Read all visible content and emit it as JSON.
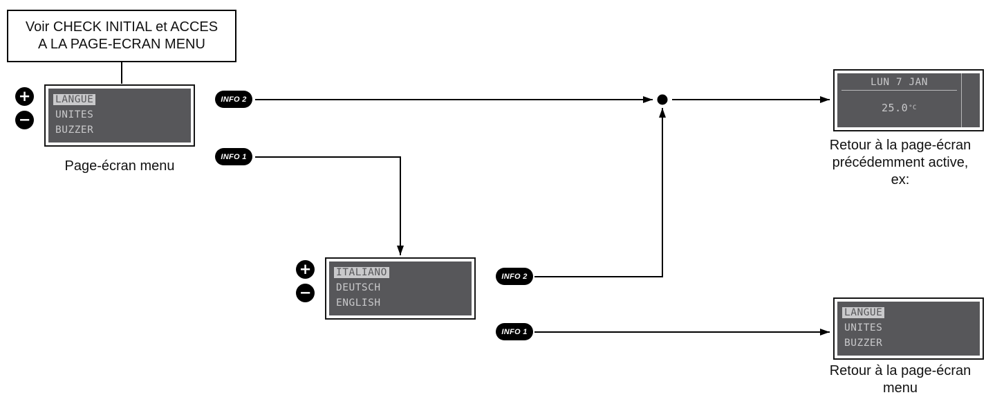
{
  "diagram": {
    "note_box": {
      "lines": [
        "Voir CHECK INITIAL et ACCES",
        "A LA PAGE-ECRAN MENU"
      ]
    },
    "buttons": {
      "plus": "+",
      "minus": "−",
      "info1": "INFO 1",
      "info2": "INFO 2"
    },
    "menu_screen": {
      "items": [
        "LANGUE",
        "UNITES",
        "BUZZER"
      ],
      "selected_index": 0,
      "caption": "Page-écran menu"
    },
    "language_screen": {
      "items": [
        "ITALIANO",
        "DEUTSCH",
        "ENGLISH"
      ],
      "selected_index": 0
    },
    "home_screen": {
      "date": "LUN 7 JAN",
      "temperature": "25.0",
      "unit": "°C",
      "caption_lines": [
        "Retour à la page-écran",
        "précédemment active,",
        "ex:"
      ]
    },
    "return_menu_screen": {
      "items": [
        "LANGUE",
        "UNITES",
        "BUZZER"
      ],
      "selected_index": 0,
      "caption_lines": [
        "Retour à la page-écran",
        "menu"
      ]
    },
    "colors": {
      "lcd_background": "#57575a",
      "lcd_text": "#c9c9cb",
      "line_color": "#000000"
    }
  }
}
